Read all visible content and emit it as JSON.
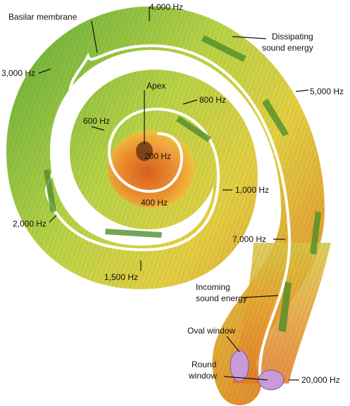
{
  "labels": {
    "basilar_membrane": "Basilar membrane",
    "apex": "Apex",
    "dissipating_line1": "Dissipating",
    "dissipating_line2": "sound energy",
    "incoming_line1": "Incoming",
    "incoming_line2": "sound energy",
    "oval_window": "Oval window",
    "round_window_line1": "Round",
    "round_window_line2": "window"
  },
  "frequencies": {
    "f200": "200 Hz",
    "f400": "400 Hz",
    "f600": "600 Hz",
    "f800": "800 Hz",
    "f1000": "1,000 Hz",
    "f1500": "1,500 Hz",
    "f2000": "2,000 Hz",
    "f3000": "3,000 Hz",
    "f4000": "4,000 Hz",
    "f5000": "5,000 Hz",
    "f7000": "7,000 Hz",
    "f20000": "20,000 Hz"
  },
  "colors": {
    "low_freq": "#e36a1e",
    "mid_low": "#f2c434",
    "mid": "#a9cc3a",
    "high_mid": "#5fa83a",
    "high": "#e08a28",
    "membrane": "#ffffff",
    "window": "#c99ad8",
    "arrow": "#4f8f2a"
  }
}
